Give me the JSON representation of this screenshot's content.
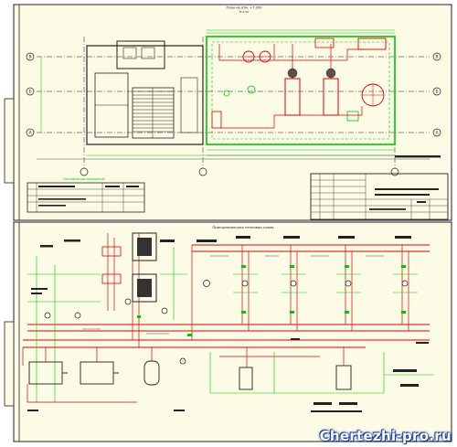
{
  "colors": {
    "paper": "#fbfbe6",
    "frame": "#222222",
    "green": "#00c800",
    "red": "#e00000",
    "black": "#000000",
    "blue": "#1a3d9e",
    "page": "#ffffff"
  },
  "sheet1": {
    "plan_title": "План на отм. +7.200",
    "plan_scale": "М 1:50",
    "table_title": "Экспликация помещений",
    "grid_letters": [
      "В",
      "Б",
      "А"
    ]
  },
  "sheet2": {
    "title": "Принципиальная тепловая схема"
  },
  "watermark": "Chertezhi-pro.ru"
}
